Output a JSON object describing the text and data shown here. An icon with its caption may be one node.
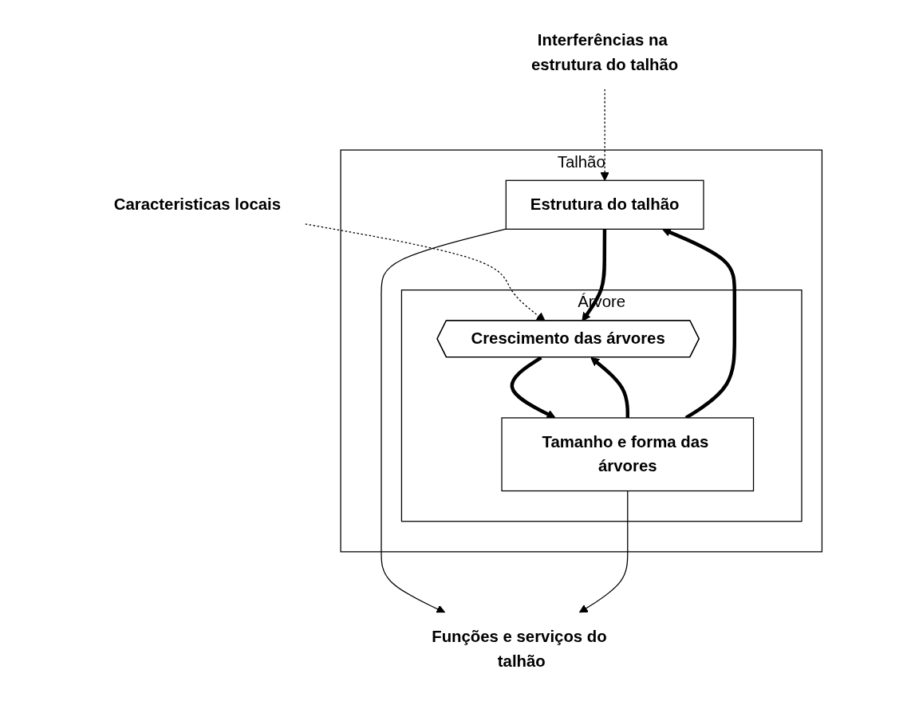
{
  "diagram": {
    "nodes": [
      {
        "text": [
          "Interferências na estrutura do talhão"
        ]
      },
      {
        "text": [
          "Caracteristicas locais"
        ]
      },
      {
        "text": [
          "Talhão"
        ]
      },
      {
        "text": [
          "Estrutura do talhão"
        ],
        "in": 2
      },
      {
        "text": [
          "Árvore"
        ],
        "in": 2
      },
      {
        "text": [
          "Crescimento das árvores"
        ],
        "in": 4
      },
      {
        "text": [
          "Tamanho e forma das árvores"
        ],
        "in": 4
      },
      {
        "text": [
          "Funções e serviços do talhão"
        ]
      }
    ],
    "edges": [
      {
        "from": 0,
        "to": 3,
        "arrow": "to",
        "style": "dashed"
      },
      {
        "from": 1,
        "to": 5,
        "arrow": "to",
        "style": "dashed"
      },
      {
        "from": 3,
        "to": 5,
        "arrow": "to",
        "style": "thick"
      },
      {
        "from": 6,
        "to": 5,
        "arrow": "to",
        "style": "thick"
      },
      {
        "from": 5,
        "to": 6,
        "arrow": "to",
        "style": "thick"
      },
      {
        "from": 6,
        "to": 3,
        "arrow": "to",
        "style": "thick"
      },
      {
        "from": 3,
        "to": 7,
        "arrow": "to"
      },
      {
        "from": 6,
        "to": 7,
        "arrow": "to"
      }
    ]
  }
}
